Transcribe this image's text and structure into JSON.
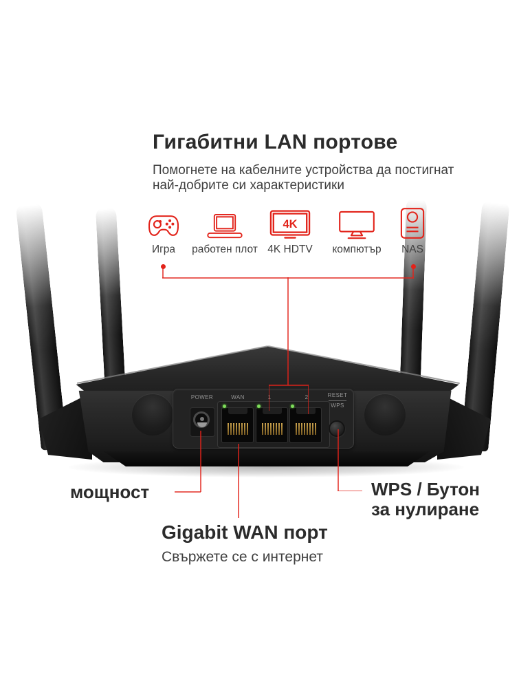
{
  "colors": {
    "accent": "#e2231a",
    "led_green": "#7ede5a",
    "body_black": "#1c1c1c"
  },
  "header": {
    "title": "Гигабитни LAN портове",
    "subtitle_line1": "Помогнете на кабелните устройства да постигнат",
    "subtitle_line2": "най-добрите си характеристики"
  },
  "devices": [
    {
      "icon": "gamepad-icon",
      "label": "Игра"
    },
    {
      "icon": "laptop-icon",
      "label": "работен плот"
    },
    {
      "icon": "tv-4k-icon",
      "label": "4K HDTV",
      "badge": "4K"
    },
    {
      "icon": "monitor-icon",
      "label": "компютър"
    },
    {
      "icon": "nas-icon",
      "label": "NAS"
    }
  ],
  "router": {
    "port_labels": {
      "power": "POWER",
      "wan": "WAN",
      "lan1": "1",
      "lan2": "2",
      "reset": "RESET",
      "wps": "WPS"
    }
  },
  "callouts": {
    "power": {
      "label": "мощност"
    },
    "wan": {
      "title": "Gigabit WAN порт",
      "subtitle": "Свържете се с интернет"
    },
    "wps": {
      "line1": "WPS / Бутон",
      "line2": "за нулиране"
    }
  }
}
